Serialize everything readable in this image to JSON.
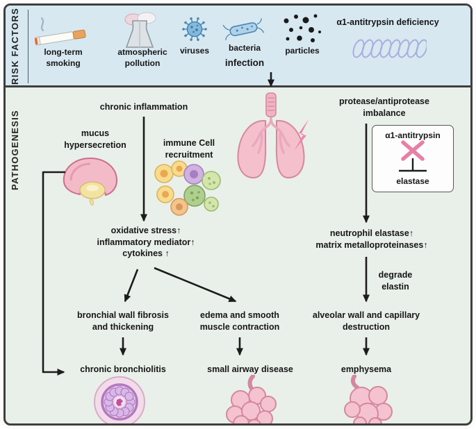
{
  "risk_factors": {
    "section_label": "RISK FACTORS",
    "smoking_label": "long-term smoking",
    "pollution_label": "atmospheric pollution",
    "viruses_label": "viruses",
    "bacteria_label": "bacteria",
    "infection_label": "infection",
    "particles_label": "particles",
    "aat_deficiency_label": "α1-antitrypsin deficiency"
  },
  "pathogenesis": {
    "section_label": "PATHOGENESIS",
    "chronic_inflammation": "chronic inflammation",
    "mucus_hypersecretion": "mucus hypersecretion",
    "immune_cell_recruitment": "immune Cell recruitment",
    "protease_imbalance": "protease/antiprotease imbalance",
    "aat_box": {
      "inhibitor": "α1-antitrypsin",
      "target": "elastase"
    },
    "mediators": [
      "oxidative stress↑",
      "inflammatory mediator↑",
      "cytokines ↑"
    ],
    "proteases": [
      "neutrophil elastase↑",
      "matrix metalloproteinases↑"
    ],
    "degrade_elastin": "degrade elastin",
    "bronchial_fibrosis": "bronchial wall fibrosis and thickening",
    "edema_contraction": "edema and smooth muscle contraction",
    "alveolar_destruction": "alveolar wall and capillary destruction",
    "chronic_bronchiolitis": "chronic bronchiolitis",
    "small_airway_disease": "small airway disease",
    "emphysema": "emphysema"
  },
  "colors": {
    "risk_band_bg": "#d7e8f1",
    "pathogenesis_bg": "#e9efe9",
    "frame_border": "#3f3f3f",
    "accent_pink": "#ee85ab",
    "arrow": "#1c1c1c"
  }
}
